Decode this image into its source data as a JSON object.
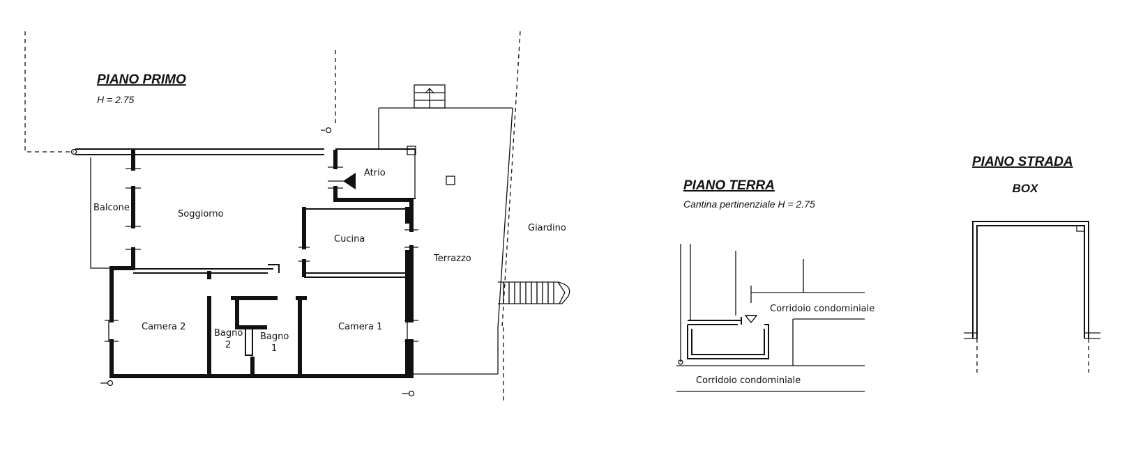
{
  "floors": {
    "primo": {
      "title": "PIANO PRIMO",
      "height": "H = 2.75"
    },
    "terra": {
      "title": "PIANO TERRA",
      "subtitle": "Cantina pertinenziale  H = 2.75"
    },
    "strada": {
      "title": "PIANO STRADA",
      "subtitle": "BOX"
    }
  },
  "rooms": {
    "balcone": "Balcone",
    "soggiorno": "Soggiorno",
    "atrio": "Atrio",
    "cucina": "Cucina",
    "terrazzo": "Terrazzo",
    "giardino": "Giardino",
    "camera2": "Camera 2",
    "camera1": "Camera 1",
    "bagno2_a": "Bagno",
    "bagno2_b": "2",
    "bagno1_a": "Bagno",
    "bagno1_b": "1",
    "corridoio_1": "Corridoio condominiale",
    "corridoio_2": "Corridoio condominiale"
  }
}
